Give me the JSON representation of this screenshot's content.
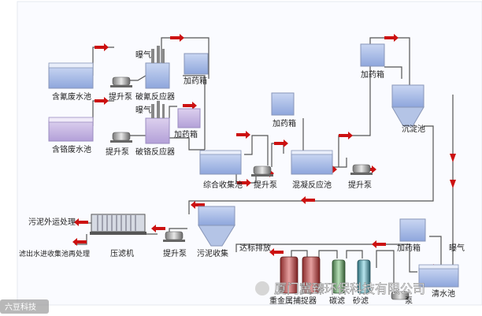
{
  "labels": {
    "cyanide_tank": "含氰废水池",
    "chromium_tank": "含铬废水池",
    "pump1": "提升泵",
    "cyanide_breaker": "破氰反应器",
    "pump2": "提升泵",
    "chromium_breaker": "破铬反应器",
    "aeration1": "曝气",
    "aeration2": "曝气",
    "dosing1": "加药箱",
    "dosing2": "加药箱",
    "dosing3": "加药箱",
    "dosing4": "加药箱",
    "dosing5": "加药箱",
    "combined_tank": "综合收集池",
    "pump3": "提升泵",
    "coag_tank": "混凝反应池",
    "pump4": "提升泵",
    "settling_tank": "沉淀池",
    "sludge_out": "污泥外运处理",
    "filtrate_return": "滤出水进收集池再处理",
    "filter_press": "压滤机",
    "pump5": "提升泵",
    "sludge_tank": "污泥收集",
    "discharge": "达标排放",
    "heavy_metal": "重金属捕捉器",
    "carbon_filter": "碳滤",
    "sand_filter": "砂滤",
    "pump6": "泵",
    "clear_tank": "清水池",
    "aeration3": "曝气"
  },
  "watermark": {
    "company": "厦门冀臻环保科技有限公司",
    "corner": "六豆科技"
  },
  "colors": {
    "arrow": "#cc1111",
    "water": "#9fb8e8",
    "pipe": "#555555"
  }
}
